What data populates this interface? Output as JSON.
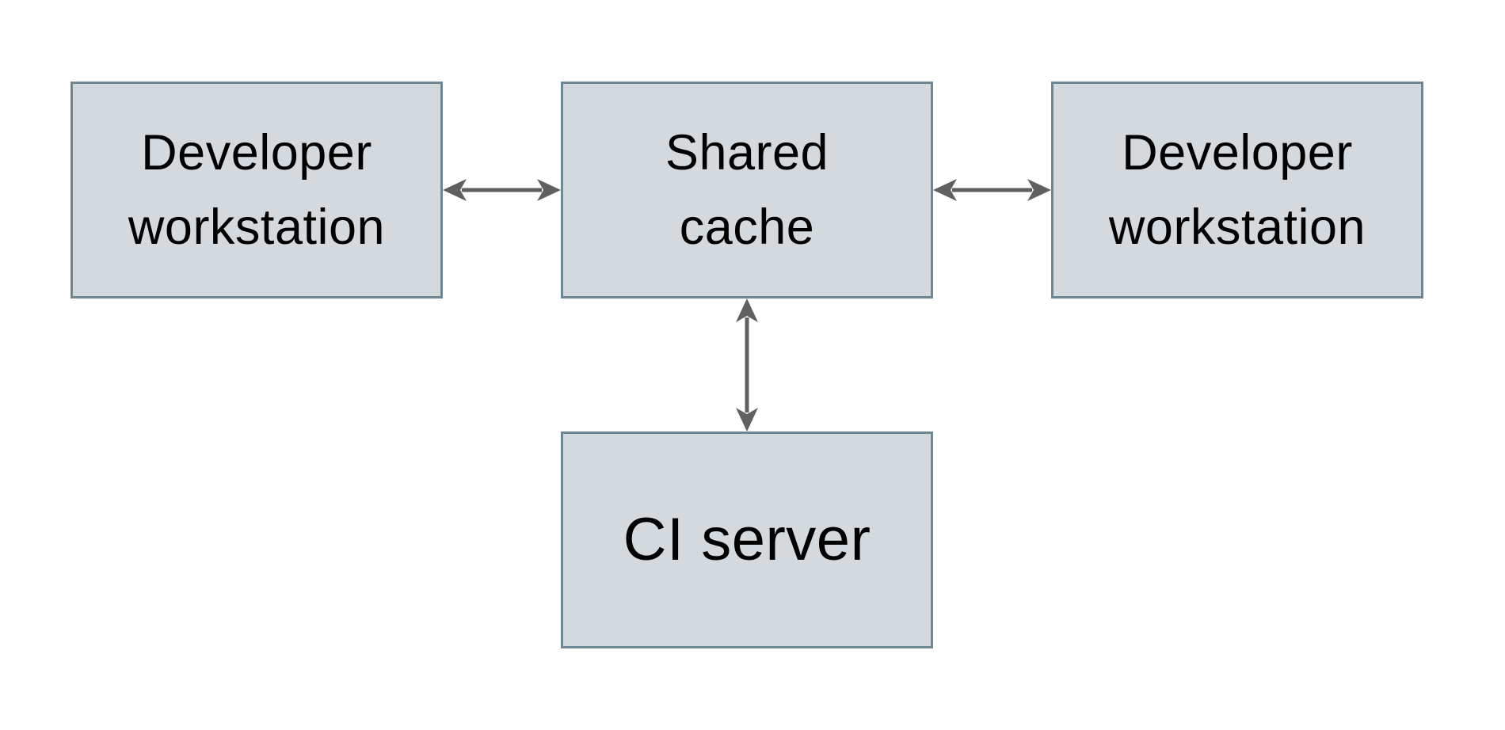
{
  "diagram": {
    "type": "architecture-diagram",
    "colors": {
      "background": "#ffffff",
      "node-fill": "#d3d9dc",
      "node-border": "#6e8794",
      "arrow": "#606060",
      "text": "#000000"
    },
    "nodes": [
      {
        "id": "developer-workstation-left",
        "label": "Developer workstation",
        "lines": [
          "Developer",
          "workstation"
        ]
      },
      {
        "id": "shared-cache",
        "label": "Shared cache",
        "lines": [
          "Shared",
          "cache"
        ]
      },
      {
        "id": "developer-workstation-right",
        "label": "Developer workstation",
        "lines": [
          "Developer",
          "workstation"
        ]
      },
      {
        "id": "ci-server",
        "label": "CI server",
        "lines": [
          "CI server"
        ]
      }
    ],
    "edges": [
      {
        "from": "developer-workstation-left",
        "to": "shared-cache",
        "direction": "bidirectional"
      },
      {
        "from": "shared-cache",
        "to": "developer-workstation-right",
        "direction": "bidirectional"
      },
      {
        "from": "shared-cache",
        "to": "ci-server",
        "direction": "bidirectional"
      }
    ]
  }
}
